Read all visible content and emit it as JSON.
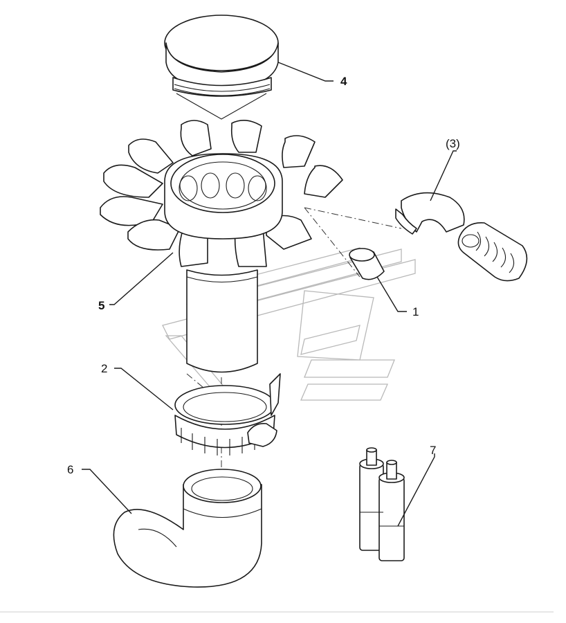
{
  "callouts": {
    "c1": "1",
    "c2": "2",
    "c3": "(3)",
    "c4": "4",
    "c5": "5",
    "c6": "6",
    "c7": "7"
  },
  "colors": {
    "line": "#1a1a1a",
    "watermark": "#b8b8b8",
    "background": "#ffffff"
  }
}
